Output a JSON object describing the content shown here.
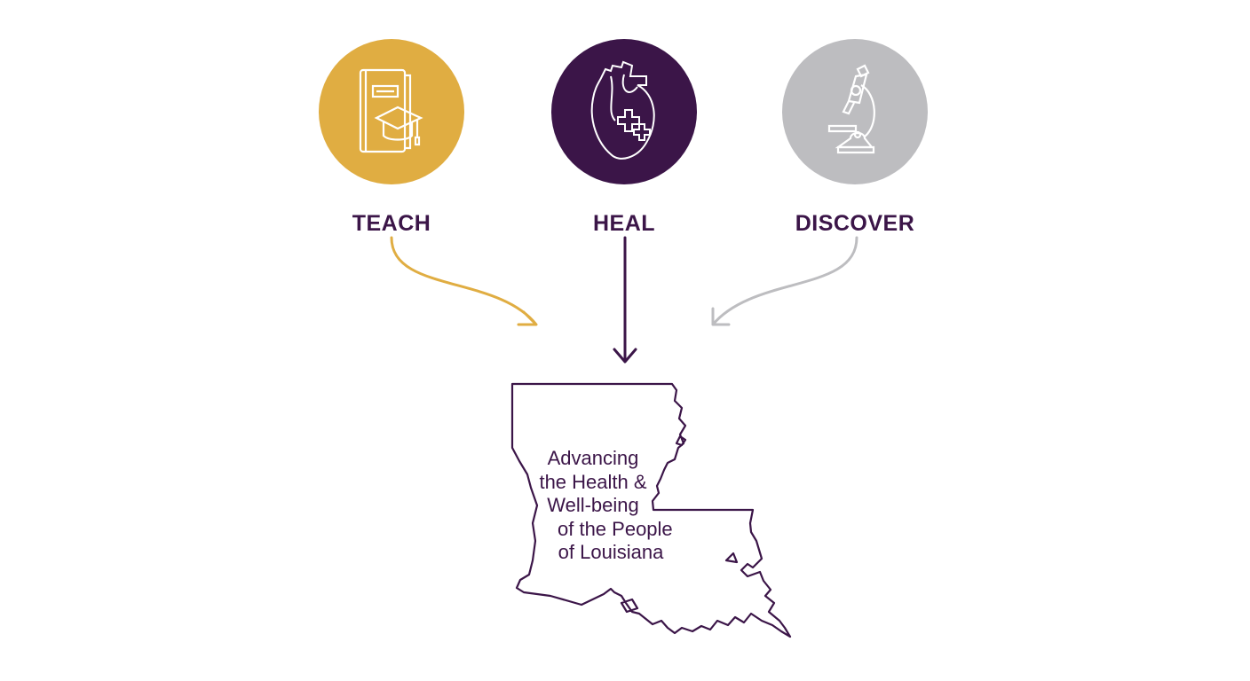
{
  "colors": {
    "teach": "#e0ad42",
    "heal": "#3b1548",
    "discover": "#bdbdc0",
    "text": "#3b1548"
  },
  "pillars": [
    {
      "label": "TEACH",
      "icon": "book-graduation-cap-icon"
    },
    {
      "label": "HEAL",
      "icon": "heart-medical-cross-icon"
    },
    {
      "label": "DISCOVER",
      "icon": "microscope-icon"
    }
  ],
  "center": {
    "lines": [
      "Advancing",
      "the Health &",
      "Well-being",
      "of the People",
      "of Louisiana"
    ]
  }
}
